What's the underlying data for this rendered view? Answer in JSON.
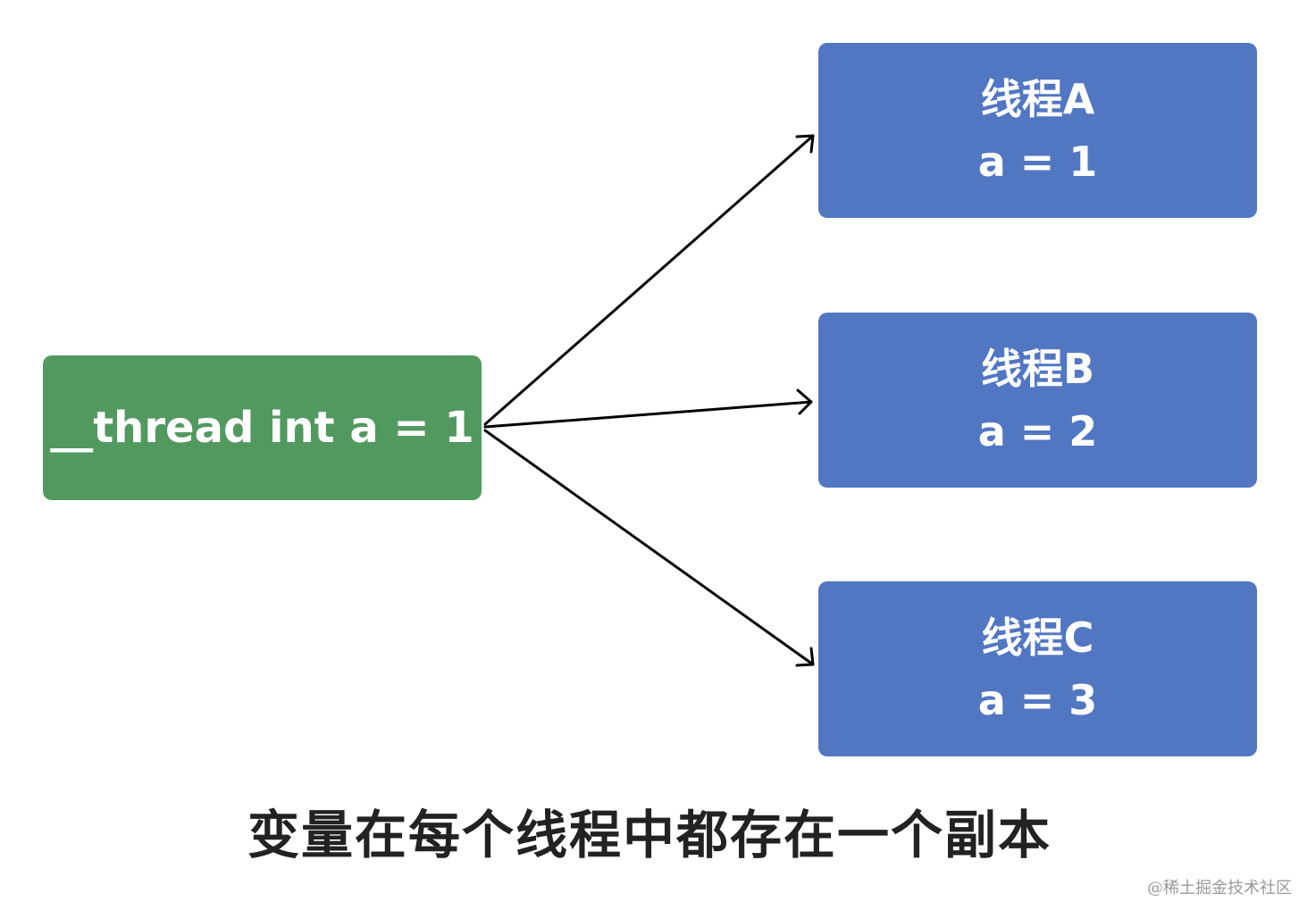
{
  "source": {
    "label": "__thread int a = 1"
  },
  "threads": [
    {
      "name": "线程A",
      "value": "a = 1"
    },
    {
      "name": "线程B",
      "value": "a = 2"
    },
    {
      "name": "线程C",
      "value": "a = 3"
    }
  ],
  "caption": "变量在每个线程中都存在一个副本",
  "watermark": "@稀土掘金技术社区",
  "colors": {
    "source_box": "#529960",
    "thread_box": "#5177c3",
    "arrow": "#000000",
    "caption": "#222222"
  }
}
